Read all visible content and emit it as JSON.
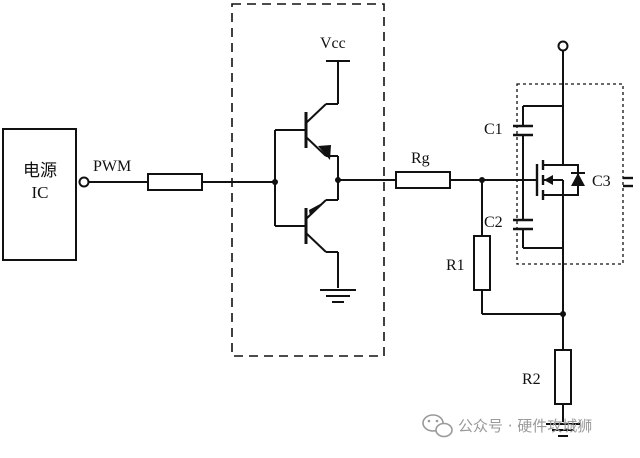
{
  "ic": {
    "line1": "电源",
    "line2": "IC"
  },
  "labels": {
    "pwm": "PWM",
    "vcc": "Vcc",
    "rg": "Rg",
    "c1": "C1",
    "c2": "C2",
    "c3": "C3",
    "r1": "R1",
    "r2": "R2"
  },
  "watermark": {
    "text": "公众号 · 硬件攻城狮",
    "icon": "wechat-icon"
  },
  "colors": {
    "line": "#111111",
    "watermark": "#9a9a9a",
    "background": "#ffffff"
  }
}
